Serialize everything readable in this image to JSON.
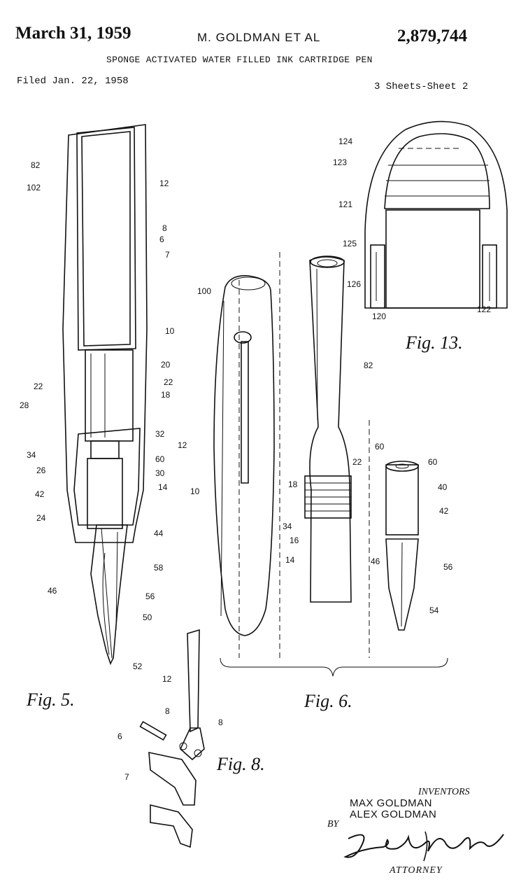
{
  "header": {
    "date": "March 31, 1959",
    "inventors_heading": "M. GOLDMAN ET AL",
    "patent_number": "2,879,744",
    "title": "SPONGE ACTIVATED WATER FILLED INK CARTRIDGE PEN",
    "filed": "Filed Jan. 22, 1958",
    "sheets": "3 Sheets-Sheet 2"
  },
  "figures": {
    "fig5": {
      "label": "Fig. 5.",
      "refs": [
        "82",
        "102",
        "12",
        "8",
        "6",
        "7",
        "10",
        "20",
        "22",
        "22",
        "18",
        "28",
        "32",
        "34",
        "60",
        "26",
        "30",
        "42",
        "14",
        "24",
        "44",
        "58",
        "46",
        "56",
        "50",
        "52"
      ]
    },
    "fig6": {
      "label": "Fig. 6.",
      "refs": [
        "100",
        "12",
        "10",
        "82",
        "22",
        "18",
        "34",
        "16",
        "14",
        "60",
        "60",
        "40",
        "42",
        "46",
        "56",
        "54"
      ]
    },
    "fig8": {
      "label": "Fig. 8.",
      "refs": [
        "12",
        "8",
        "8",
        "6",
        "7"
      ]
    },
    "fig13": {
      "label": "Fig. 13.",
      "refs": [
        "124",
        "123",
        "121",
        "125",
        "126",
        "120",
        "122"
      ]
    }
  },
  "footer": {
    "inventors_label": "INVENTORS",
    "inventor_1": "MAX GOLDMAN",
    "inventor_2": "ALEX GOLDMAN",
    "by": "BY",
    "signature": "Zoltan H. Polachek",
    "attorney": "ATTORNEY"
  }
}
